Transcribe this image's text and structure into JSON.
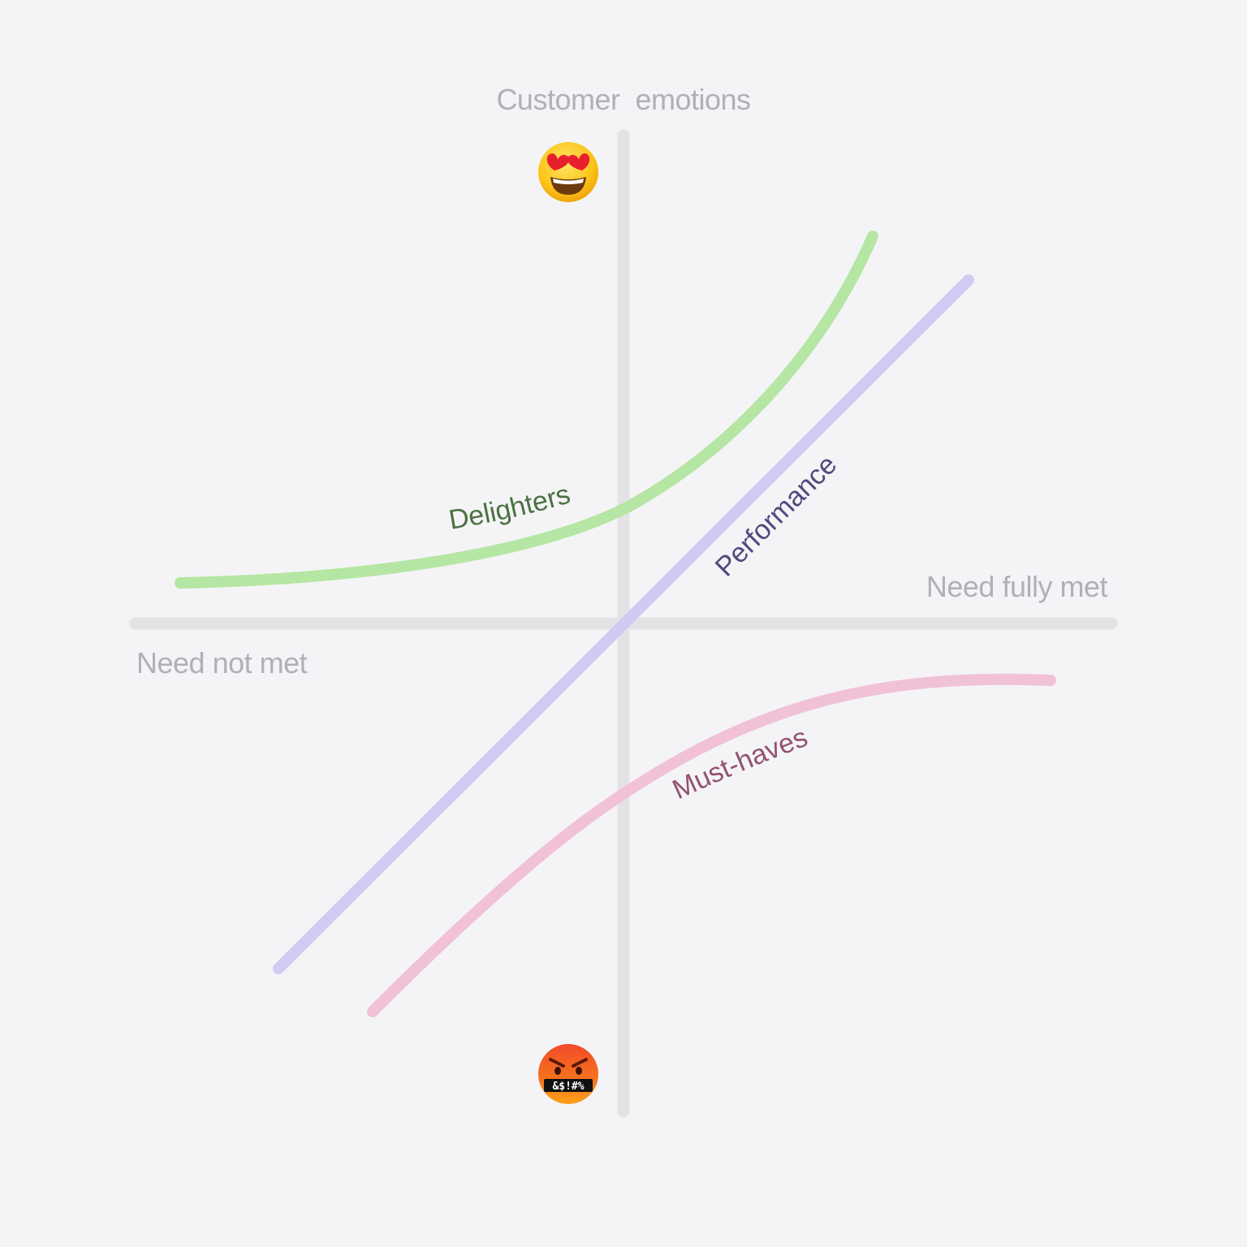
{
  "axes": {
    "y_title": "Customer  emotions",
    "x_positive_label": "Need fully met",
    "x_negative_label": "Need not met",
    "axis_color": "#e3e3e5"
  },
  "curves": {
    "delighters": {
      "label": "Delighters",
      "line_color": "#b5e6a3",
      "text_color": "#4b7241"
    },
    "performance": {
      "label": "Performance",
      "line_color": "#d0cbf3",
      "text_color": "#54487e"
    },
    "must_haves": {
      "label": "Must-haves",
      "line_color": "#f1c2d5",
      "text_color": "#94526d"
    }
  },
  "emojis": {
    "top": {
      "name": "heart-eyes-emoji"
    },
    "bottom": {
      "name": "cursing-face-emoji",
      "mouth_text": "&$!#%"
    }
  }
}
